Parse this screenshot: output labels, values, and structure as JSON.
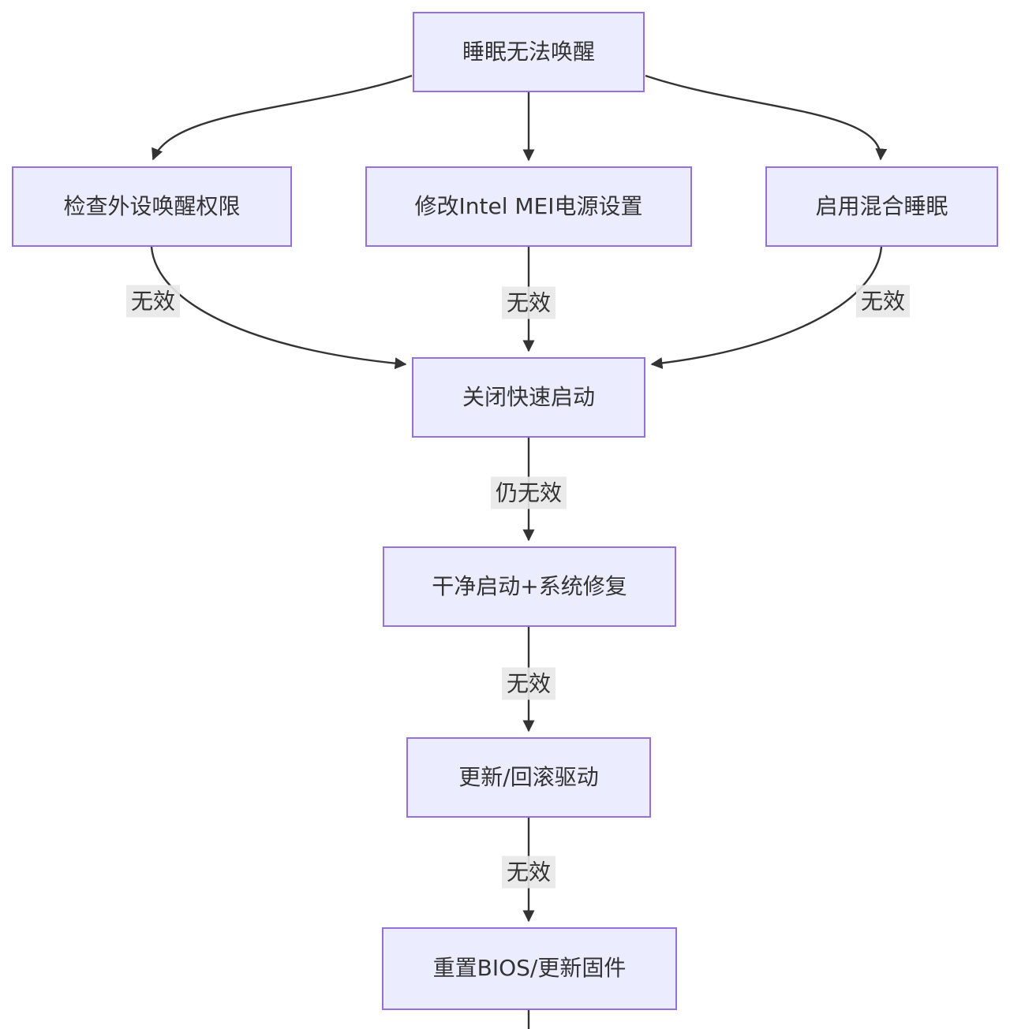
{
  "diagram": {
    "title": "sleep-wake-troubleshooting-flowchart",
    "colors": {
      "node_fill": "#ECECFF",
      "node_border": "#9370DB",
      "text": "#333333",
      "edge": "#333333",
      "edge_label_bg": "#e8e8e8",
      "background": "#ffffff"
    },
    "nodes": [
      {
        "id": "A",
        "label": "睡眠无法唤醒"
      },
      {
        "id": "B",
        "label": "检查外设唤醒权限"
      },
      {
        "id": "C",
        "label": "修改Intel MEI电源设置"
      },
      {
        "id": "D",
        "label": "启用混合睡眠"
      },
      {
        "id": "E",
        "label": "关闭快速启动"
      },
      {
        "id": "F",
        "label": "干净启动+系统修复"
      },
      {
        "id": "G",
        "label": "更新/回滚驱动"
      },
      {
        "id": "H",
        "label": "重置BIOS/更新固件"
      }
    ],
    "edge_labels": [
      {
        "id": "B-E",
        "text": "无效"
      },
      {
        "id": "C-E",
        "text": "无效"
      },
      {
        "id": "D-E",
        "text": "无效"
      },
      {
        "id": "E-F",
        "text": "仍无效"
      },
      {
        "id": "F-G",
        "text": "无效"
      },
      {
        "id": "G-H",
        "text": "无效"
      }
    ],
    "edges": [
      {
        "id": "A-B"
      },
      {
        "id": "A-C"
      },
      {
        "id": "A-D"
      },
      {
        "id": "B-E"
      },
      {
        "id": "C-E"
      },
      {
        "id": "D-E"
      },
      {
        "id": "E-F"
      },
      {
        "id": "F-G"
      },
      {
        "id": "G-H"
      },
      {
        "id": "H-next"
      }
    ]
  }
}
